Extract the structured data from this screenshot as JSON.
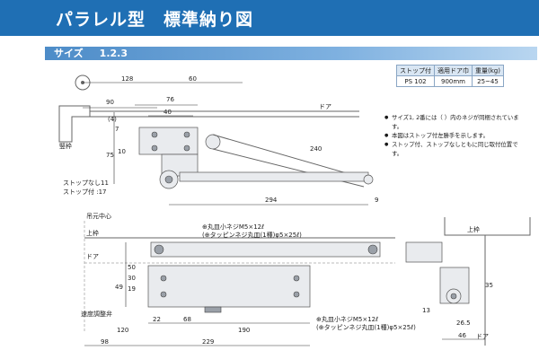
{
  "title": "パラレル型　標準納り図",
  "size_heading": {
    "label": "サイズ",
    "value": "1.2.3"
  },
  "spec_table": {
    "headers": [
      "ストップ付",
      "適用ドア巾",
      "重量(kg)"
    ],
    "row": [
      "PS 102",
      "900mm",
      "25~45"
    ]
  },
  "notes": [
    "サイズ1, 2番には（ ）内のネジが同梱されています。",
    "本図はストップ付左勝手を示します。",
    "ストップ付、ストップなしともに同じ取付位置です。"
  ],
  "top_view": {
    "dims": {
      "d128": "128",
      "d60": "60",
      "d90": "90",
      "d76": "76",
      "d40": "40",
      "d4": "(4)",
      "d7": "7",
      "d10": "10",
      "d75": "75",
      "d240": "240",
      "d294": "294",
      "d9": "9"
    },
    "labels": {
      "door": "ドア",
      "frame": "竪枠",
      "stop_none": "ストップなし11",
      "stop_with": "ストップ付 :17"
    }
  },
  "front_view": {
    "dims": {
      "d50": "50",
      "d30": "30",
      "d49": "49",
      "d19": "19",
      "d22": "22",
      "d68": "68",
      "d190": "190",
      "d120": "120",
      "d229": "229",
      "d98": "98"
    },
    "labels": {
      "hinge_center": "吊元中心",
      "top_frame": "上枠",
      "door": "ドア",
      "speed_valve": "速度調整弁",
      "screw_top_1": "⊕丸皿小ネジM5×12ℓ",
      "screw_top_2": "(⊕タッピンネジ丸皿(1種)φ5×25ℓ)",
      "screw_bot_1": "⊕丸皿小ネジM5×12ℓ",
      "screw_bot_2": "(⊕タッピンネジ丸皿(1種)φ5×25ℓ)"
    }
  },
  "side_view": {
    "dims": {
      "d35": "35",
      "d13": "13",
      "d26_5": "26.5",
      "d46": "46"
    },
    "labels": {
      "top_frame": "上枠",
      "door": "ドア"
    }
  }
}
